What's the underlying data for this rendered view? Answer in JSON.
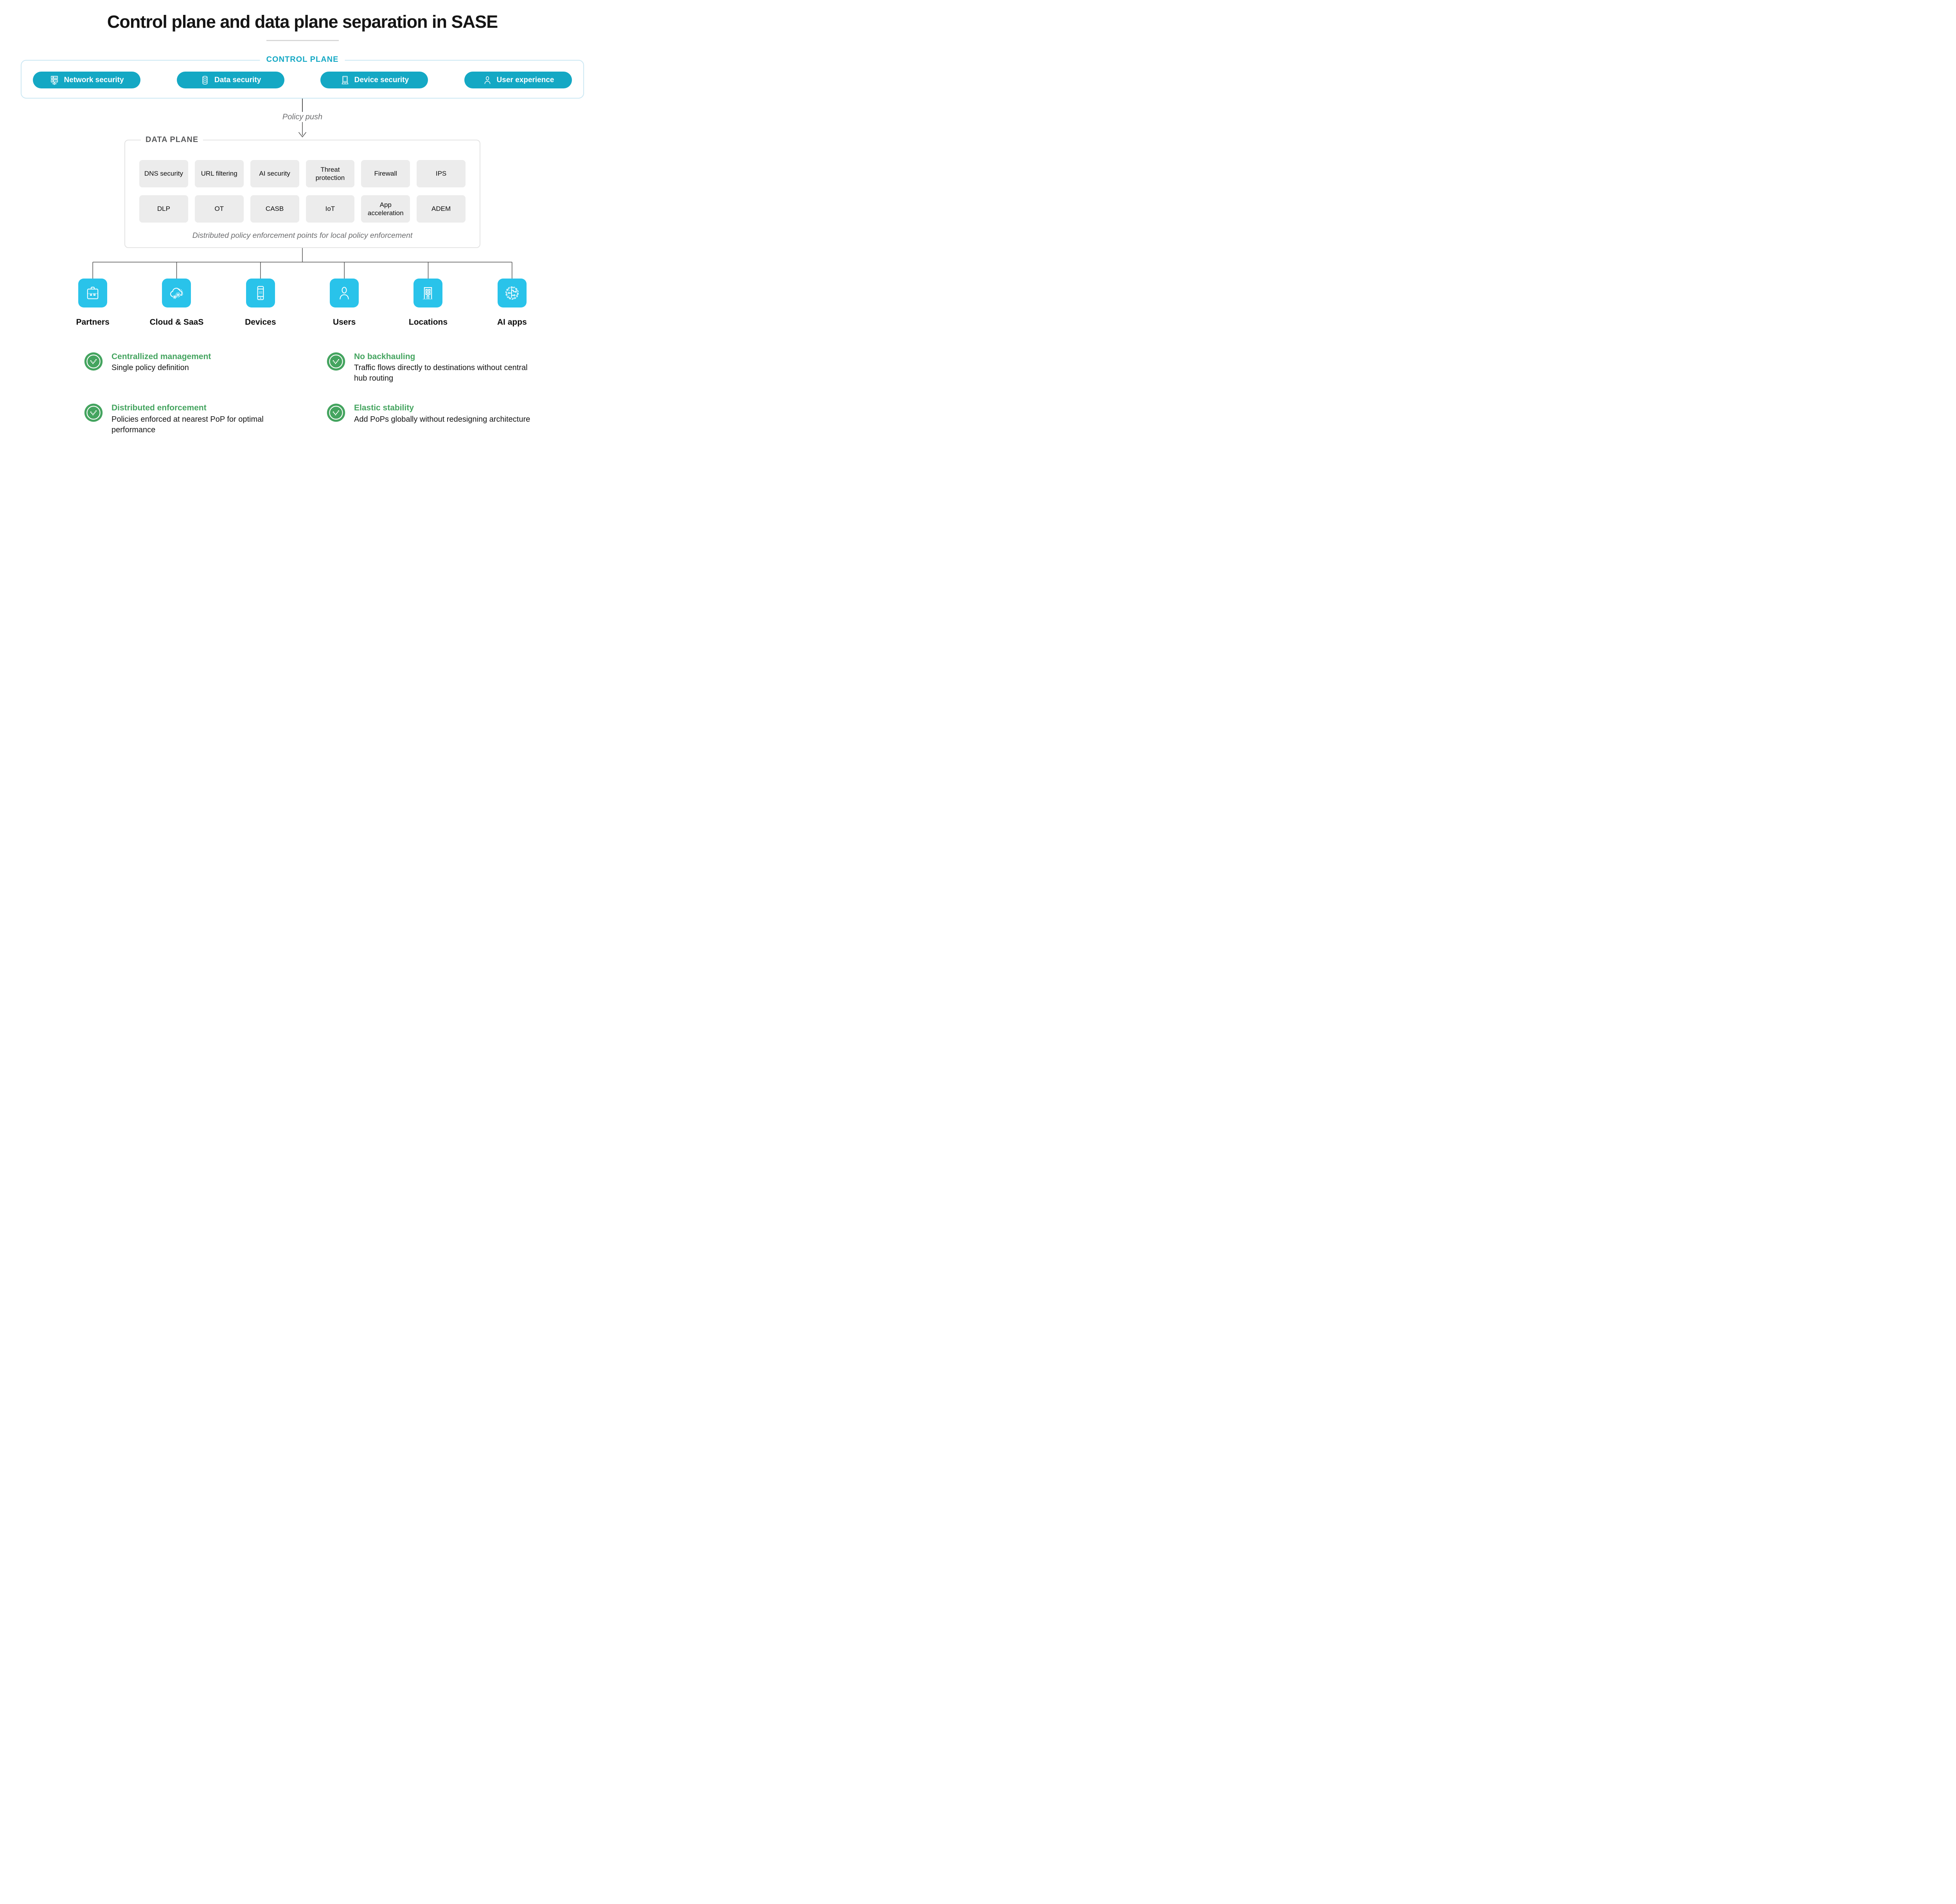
{
  "title": "Control plane and data plane separation in SASE",
  "control_plane": {
    "label": "CONTROL PLANE",
    "pills": [
      {
        "label": "Network security",
        "icon": "servers-icon"
      },
      {
        "label": "Data security",
        "icon": "database-icon"
      },
      {
        "label": "Device security",
        "icon": "laptop-icon"
      },
      {
        "label": "User experience",
        "icon": "person-icon"
      }
    ]
  },
  "policy_push_label": "Policy push",
  "data_plane": {
    "label": "DATA PLANE",
    "services": [
      "DNS security",
      "URL filtering",
      "AI security",
      "Threat protection",
      "Firewall",
      "IPS",
      "DLP",
      "OT",
      "CASB",
      "IoT",
      "App acceleration",
      "ADEM"
    ],
    "caption": "Distributed policy enforcement points for local policy enforcement"
  },
  "endpoints": [
    {
      "label": "Partners",
      "icon": "briefcase-icon"
    },
    {
      "label": "Cloud & SaaS",
      "icon": "cloud-gears-icon"
    },
    {
      "label": "Devices",
      "icon": "smartphone-icon"
    },
    {
      "label": "Users",
      "icon": "person-icon"
    },
    {
      "label": "Locations",
      "icon": "building-icon"
    },
    {
      "label": "AI apps",
      "icon": "ai-circuit-icon"
    }
  ],
  "benefits": [
    {
      "heading": "Centrallized management",
      "body": "Single policy definition"
    },
    {
      "heading": "No backhauling",
      "body": "Traffic flows directly to destinations without central hub routing"
    },
    {
      "heading": "Distributed enforcement",
      "body": "Policies enforced at nearest PoP for optimal performance"
    },
    {
      "heading": "Elastic stability",
      "body": "Add PoPs globally without redesigning architecture"
    }
  ],
  "colors": {
    "teal": "#14a8c4",
    "cyan": "#29c3ea",
    "green": "#44a45f",
    "light_blue_border": "#cbe7f3",
    "gray_box": "#ececec",
    "dark_gray_text": "#58595b"
  }
}
